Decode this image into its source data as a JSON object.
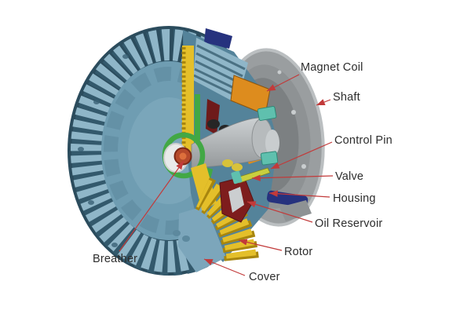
{
  "figure": {
    "labels": {
      "magnet_coil": "Magnet Coil",
      "shaft": "Shaft",
      "control_pin": "Control Pin",
      "valve": "Valve",
      "housing": "Housing",
      "oil_reservoir": "Oil Reservoir",
      "rotor": "Rotor",
      "cover": "Cover",
      "breather": "Breather"
    }
  },
  "colors": {
    "arrow": "#c23a3a",
    "label_text": "#2d2d2d",
    "fin_light": "#8fb6c8",
    "fin_dark": "#33596c",
    "body_base": "#2b4c5d",
    "disc_face": "#6f9db2",
    "disc_face_inner": "#7aa6ba",
    "cut_face": "#54839a",
    "cover_blue": "#7ca6bb",
    "flange_grey": "#9a9ea0",
    "flange_mid": "#8e9294",
    "flange_inner": "#7c8082",
    "flange_rim": "#bbbfc1",
    "shaft_light": "#cdd1d3",
    "shaft_dark": "#94989a",
    "rotor_yellow": "#e4bf2a",
    "rotor_yellow_dark": "#a8860e",
    "coil_orange": "#dd8c1e",
    "valve_teal": "#5fc0ae",
    "pin_yellowgreen": "#c9cf3e",
    "hub_green": "#42a845",
    "housing_navy": "#26327e",
    "reservoir_red": "#7e1d1d",
    "reservoir_inner": "#cbced0",
    "breather_rust": "#b5492b",
    "collar_white": "#e9eaea"
  }
}
